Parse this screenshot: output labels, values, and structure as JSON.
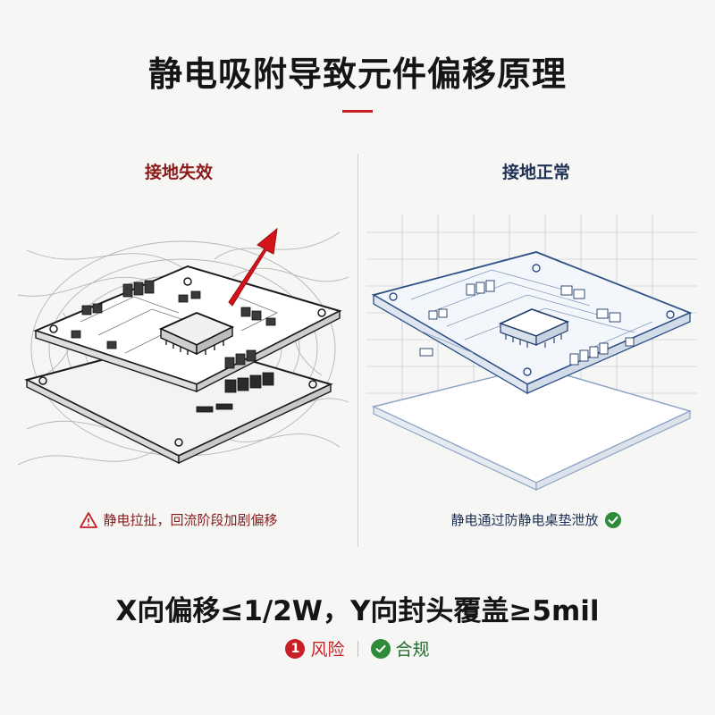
{
  "title": "静电吸附导致元件偏移原理",
  "left_panel": {
    "heading": "接地失效",
    "caption": "静电拉扯，回流阶段加剧偏移",
    "warning_icon": "warning-triangle-icon"
  },
  "right_panel": {
    "heading": "接地正常",
    "caption": "静电通过防静电桌垫泄放",
    "check_icon": "check-circle-icon"
  },
  "summary": "X向偏移≤1/2W，Y向封头覆盖≥5mil",
  "legend": {
    "risk_number": "1",
    "risk_label": "风险",
    "ok_label": "合规"
  },
  "colors": {
    "risk": "#c62026",
    "ok": "#2e8b3a",
    "blueprint": "#2b4f86",
    "arrow": "#d4141a"
  }
}
